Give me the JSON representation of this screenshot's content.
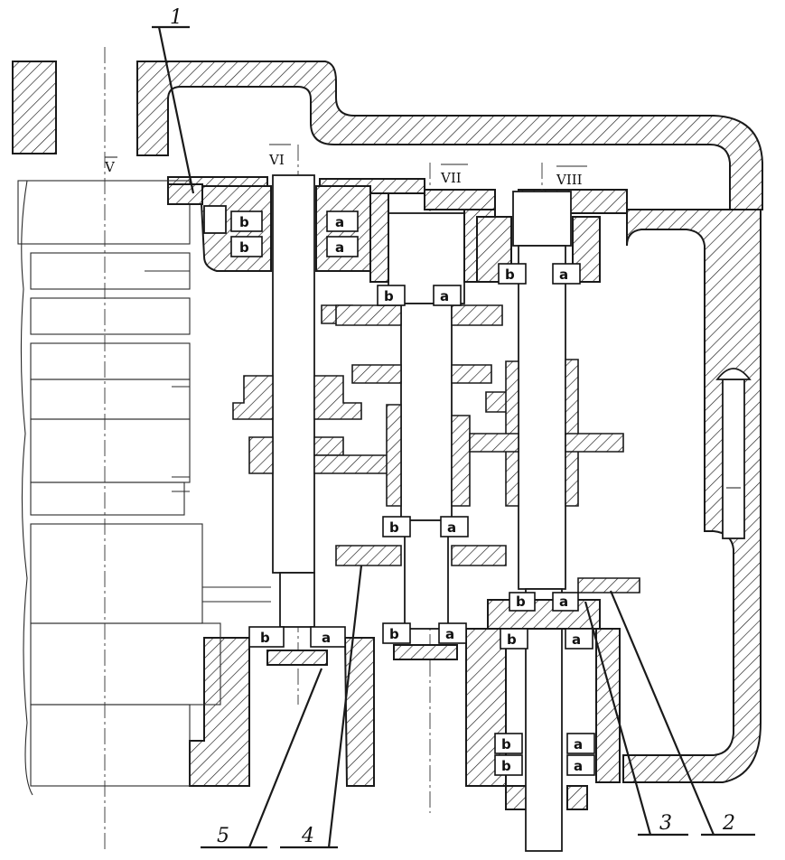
{
  "shaft_labels": {
    "v": "V",
    "vi": "VI",
    "vii": "VII",
    "viii": "VIII"
  },
  "callouts": {
    "c1": "1",
    "c2": "2",
    "c3": "3",
    "c4": "4",
    "c5": "5"
  },
  "bearing_marks": {
    "a": "a",
    "b": "b"
  },
  "colors": {
    "ink": "#1a1a1a",
    "paper": "#ffffff"
  }
}
